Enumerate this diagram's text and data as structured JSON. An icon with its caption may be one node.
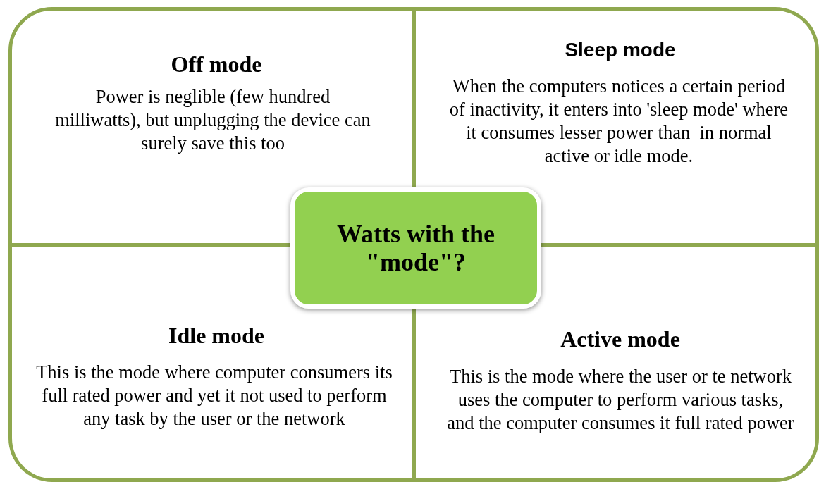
{
  "diagram": {
    "nodes": [
      {
        "text": [
          "Off mode",
          "Power is neglible (few hundred milliwatts), but unplugging the device can surely save this too"
        ]
      },
      {
        "text": [
          "Sleep mode",
          "When the computers notices a certain period of inactivity, it enters into 'sleep mode' where it consumes lesser power than  in normal active or idle mode."
        ]
      },
      {
        "text": [
          "Watts with the \"mode\"?"
        ]
      },
      {
        "text": [
          "Idle mode",
          "This is the mode where computer consumers its full rated power and yet it not used to perform any task by the user or the network"
        ]
      },
      {
        "text": [
          "Active mode",
          "This is the mode where the user or te network uses the computer to perform various tasks, and the computer consumes it full rated power"
        ]
      }
    ]
  }
}
